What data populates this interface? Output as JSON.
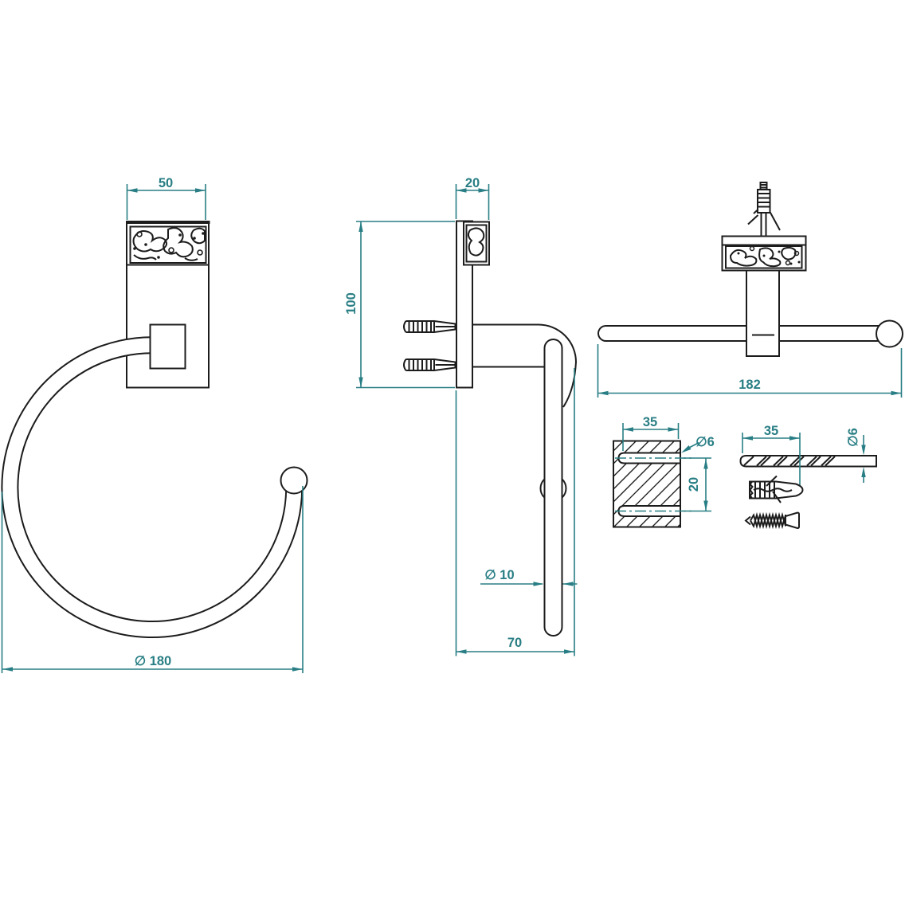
{
  "drawing": {
    "description": "Technical dimension drawing of a wall-mounted towel ring with decorative plate, shown in front, side and top views plus mounting hardware details (wall drilling section, drill bit, wall plug, screw)",
    "colors": {
      "object_line": "#1c1c1c",
      "dimension_line": "#287e84",
      "background": "#ffffff"
    },
    "labels": {
      "front_width": "50",
      "front_ring_diameter": "∅ 180",
      "side_depth": "20",
      "side_height": "100",
      "side_tube_diameter": "∅ 10",
      "side_reach": "70",
      "top_length": "182",
      "block_hole_depth": "35",
      "block_hole_diameter": "∅6",
      "block_hole_spacing": "20",
      "drill_length": "35",
      "drill_diameter": "∅6"
    }
  }
}
